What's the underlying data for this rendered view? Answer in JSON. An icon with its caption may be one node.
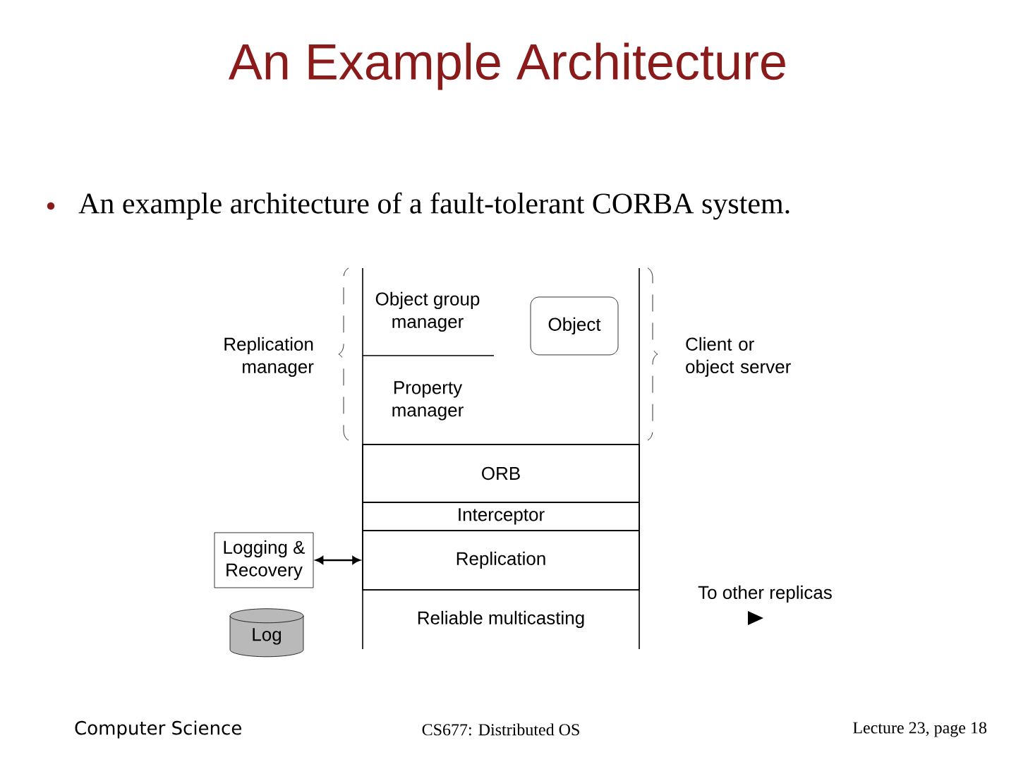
{
  "diagram": {
    "title": "An Example Architecture",
    "nodes": [
      {
        "text": [
          "Object group manager"
        ]
      },
      {
        "text": [
          "Object"
        ]
      },
      {
        "text": [
          "Property manager"
        ]
      },
      {
        "text": [
          "ORB"
        ]
      },
      {
        "text": [
          "Interceptor"
        ]
      },
      {
        "text": [
          "Replication"
        ]
      },
      {
        "text": [
          "Reliable multicasting"
        ]
      },
      {
        "text": [
          "Logging & Recovery"
        ]
      },
      {
        "text": [
          "Log"
        ]
      }
    ],
    "edges": [
      {
        "from": 7,
        "to": 5,
        "arrow": "both"
      }
    ],
    "labels": [
      "An example architecture of a fault-tolerant CORBA system.",
      "Replication manager",
      "Client or object server",
      "To other replicas",
      "Computer Science",
      "CS677: Distributed OS",
      "Lecture 23, page 18"
    ]
  }
}
